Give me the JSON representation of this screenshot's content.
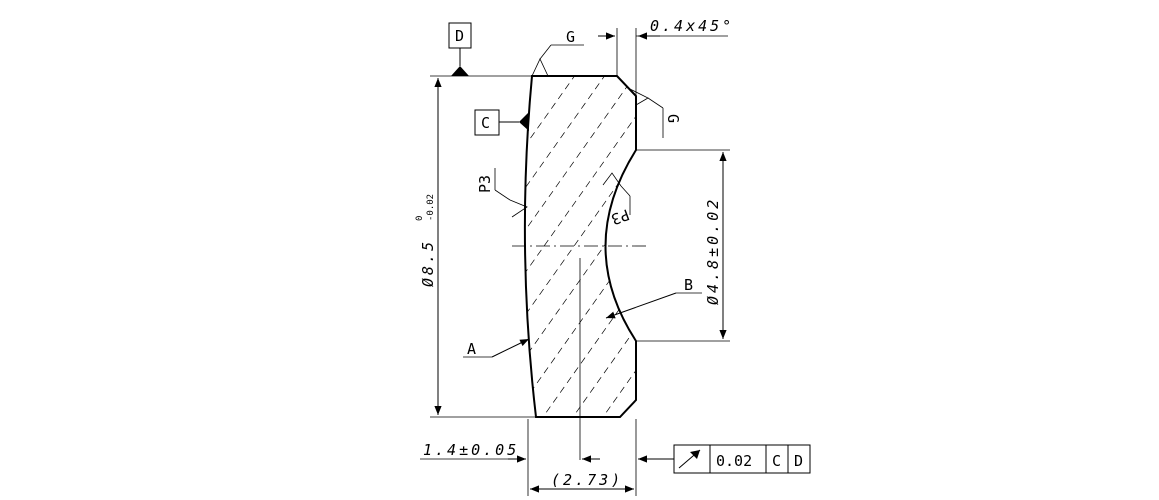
{
  "datums": {
    "d": "D",
    "c": "C"
  },
  "dimensions": {
    "outer_diameter": "Ø8.5",
    "outer_diameter_tol_upper": "0",
    "outer_diameter_tol_lower": "-0.02",
    "inner_diameter": "Ø4.8±0.02",
    "chamfer": "0.4x45°",
    "edge_thickness": "1.4±0.05",
    "center_thickness": "(2.73)"
  },
  "surface_labels": {
    "a": "A",
    "b": "B",
    "g_top": "G",
    "g_right": "G",
    "p3_left": "P3",
    "p3_inner": "P3"
  },
  "tolerance_frame": {
    "symbol": "runout-arrow-icon",
    "value": "0.02",
    "datum1": "C",
    "datum2": "D"
  }
}
